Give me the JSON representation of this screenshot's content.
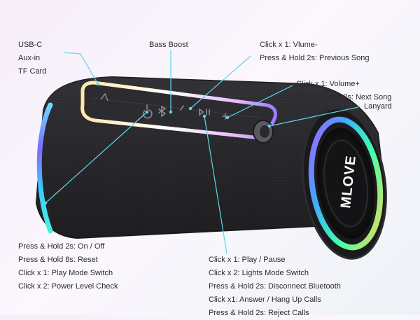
{
  "callouts": {
    "ports": [
      "USB-C",
      "Aux-in",
      "TF Card"
    ],
    "bass_boost": "Bass Boost",
    "volume_down": [
      "Click x 1: Vlume-",
      "Press & Hold 2s: Previous Song"
    ],
    "volume_up": [
      "Click x 1: Volume+",
      "Press & Hold 2s: Next Song"
    ],
    "lanyard": "Lanyard",
    "power": [
      "Press & Hold 2s: On / Off",
      "Press & Hold 8s: Reset",
      "Click x 1: Play Mode Switch",
      "Click x 2: Power Level Check"
    ],
    "play": [
      "Click x 1: Play / Pause",
      "Click x 2: Lights Mode Switch",
      "Press & Hold 2s: Disconnect Bluetooth",
      "Click x1: Answer / Hang Up Calls",
      "Press & Hold 2s: Reject Calls"
    ]
  },
  "brand_logo": "MLOVE",
  "button_icons": [
    "power-icon",
    "bluetooth-icon",
    "minus-icon",
    "play-pause-icon",
    "plus-icon"
  ],
  "colors": {
    "leader_line": "#5fd6e8",
    "speaker_body": "#2a2a2e",
    "ring_glow": "#9b6bff"
  }
}
